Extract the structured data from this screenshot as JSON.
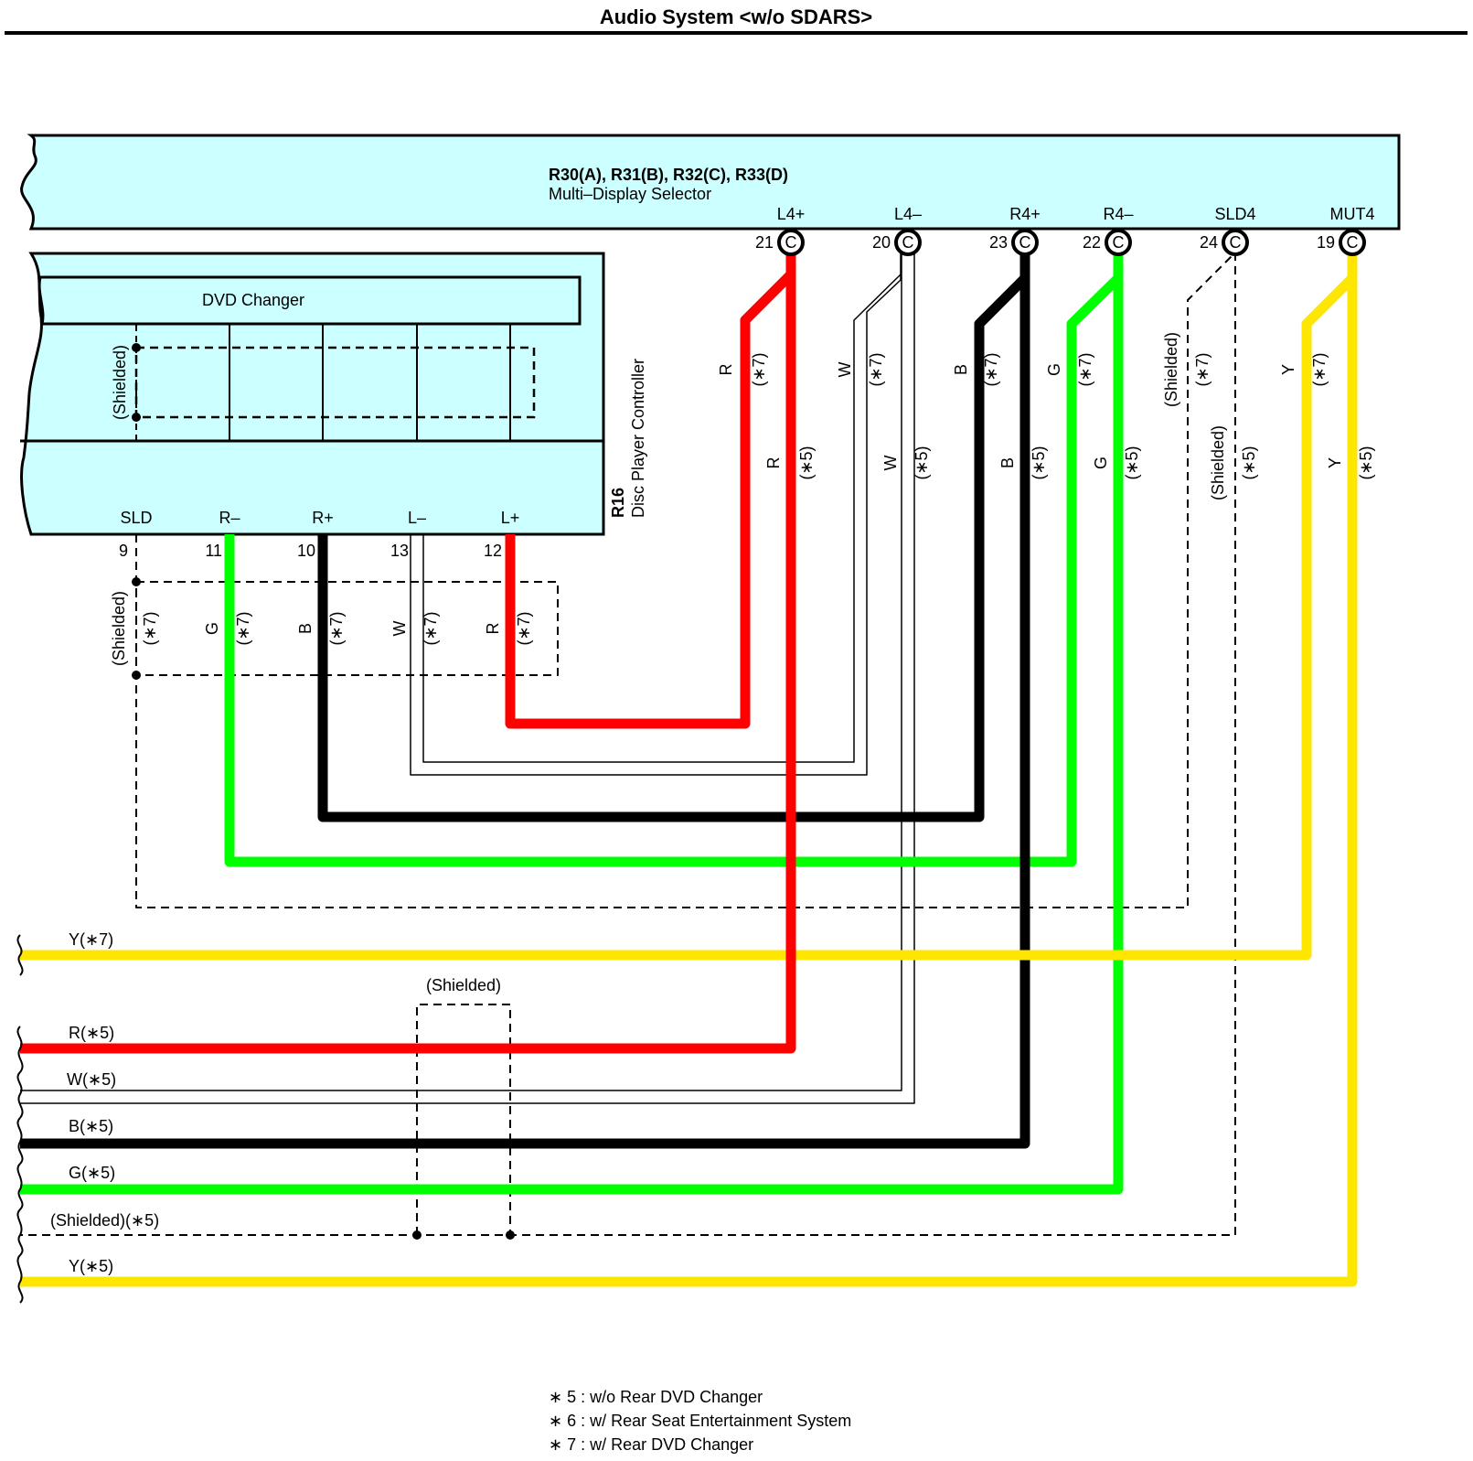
{
  "title": "Audio System <w/o SDARS>",
  "colors": {
    "R": "#ff0000",
    "G": "#00ff00",
    "B": "#000000",
    "Y": "#ffe600",
    "W": "#ffffff",
    "component_fill": "#ccffff"
  },
  "selector": {
    "code": "R30(A), R31(B), R32(C), R33(D)",
    "name": "Multi–Display Selector",
    "pins": [
      {
        "label": "L4+",
        "num": "21",
        "conn": "C"
      },
      {
        "label": "L4–",
        "num": "20",
        "conn": "C"
      },
      {
        "label": "R4+",
        "num": "23",
        "conn": "C"
      },
      {
        "label": "R4–",
        "num": "22",
        "conn": "C"
      },
      {
        "label": "SLD4",
        "num": "24",
        "conn": "C"
      },
      {
        "label": "MUT4",
        "num": "19",
        "conn": "C"
      }
    ]
  },
  "controller": {
    "code": "R16",
    "name": "Disc Player Controller",
    "sub": "DVD Changer",
    "shielded": "(Shielded)",
    "pins": [
      {
        "label": "SLD",
        "num": "9"
      },
      {
        "label": "R–",
        "num": "11"
      },
      {
        "label": "R+",
        "num": "10"
      },
      {
        "label": "L–",
        "num": "13"
      },
      {
        "label": "L+",
        "num": "12"
      }
    ]
  },
  "wire_tags": {
    "R": "R",
    "W": "W",
    "B": "B",
    "G": "G",
    "Y": "Y",
    "shielded": "(Shielded)",
    "n7": "(∗7)",
    "n5": "(∗5)"
  },
  "bottom_wires": [
    {
      "label": "Y(∗7)",
      "color": "Y"
    },
    {
      "label": "R(∗5)",
      "color": "R"
    },
    {
      "label": "W(∗5)",
      "color": "W"
    },
    {
      "label": "B(∗5)",
      "color": "B"
    },
    {
      "label": "G(∗5)",
      "color": "G"
    },
    {
      "label": "(Shielded)(∗5)",
      "color": "shielded"
    },
    {
      "label": "Y(∗5)",
      "color": "Y"
    }
  ],
  "bottom_shield_label": "(Shielded)",
  "notes": [
    "∗ 5 : w/o Rear DVD Changer",
    "∗ 6 : w/ Rear Seat Entertainment System",
    "∗ 7 : w/ Rear DVD Changer"
  ]
}
